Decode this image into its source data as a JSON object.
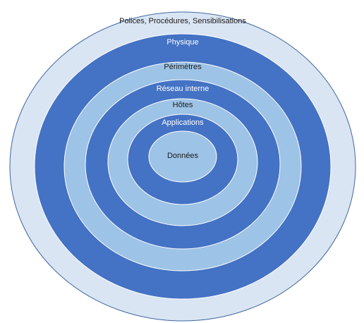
{
  "diagram": {
    "colors": {
      "outer_fill": "#dae5f3",
      "dark_fill": "#4472c4",
      "light_fill": "#9dc3e6",
      "text_dark": "#1a1a1a",
      "text_light": "#ffffff"
    },
    "layers": [
      {
        "label": "Polices, Procédures, Sensibilisations",
        "tone": "outer"
      },
      {
        "label": "Physique",
        "tone": "dark"
      },
      {
        "label": "Périmètres",
        "tone": "light"
      },
      {
        "label": "Réseau interne",
        "tone": "dark"
      },
      {
        "label": "Hôtes",
        "tone": "light"
      },
      {
        "label": "Applications",
        "tone": "dark"
      },
      {
        "label": "Données",
        "tone": "light"
      }
    ]
  }
}
